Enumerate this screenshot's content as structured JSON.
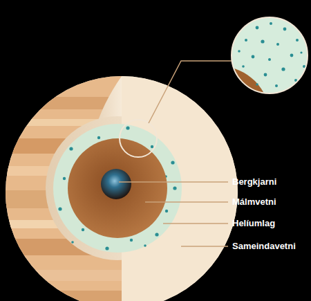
{
  "diagram": {
    "labels": [
      "Bergkjarni",
      "Málmvetni",
      "Helíumlag",
      "Sameindavetni"
    ]
  }
}
